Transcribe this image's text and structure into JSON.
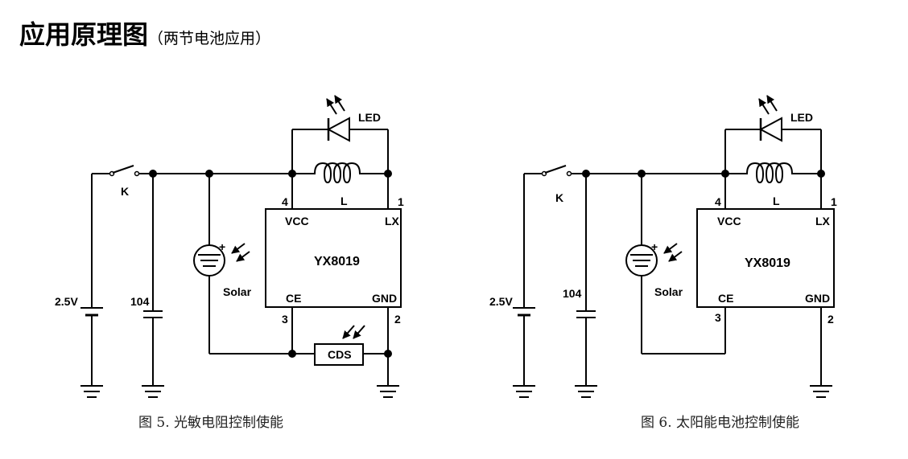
{
  "title": "应用原理图",
  "subtitle": "（两节电池应用）",
  "labels": {
    "led": "LED",
    "inductor": "L",
    "vcc": "VCC",
    "lx": "LX",
    "ce": "CE",
    "gnd": "GND",
    "chip": "YX8019",
    "pin_vcc": "4",
    "pin_lx": "1",
    "pin_ce": "3",
    "pin_gnd": "2",
    "switch": "K",
    "battery": "2.5V",
    "capacitor": "104",
    "solar": "Solar",
    "cds": "CDS"
  },
  "figures": [
    {
      "caption": "图 5.  光敏电阻控制使能"
    },
    {
      "caption": "图 6.  太阳能电池控制使能"
    }
  ]
}
